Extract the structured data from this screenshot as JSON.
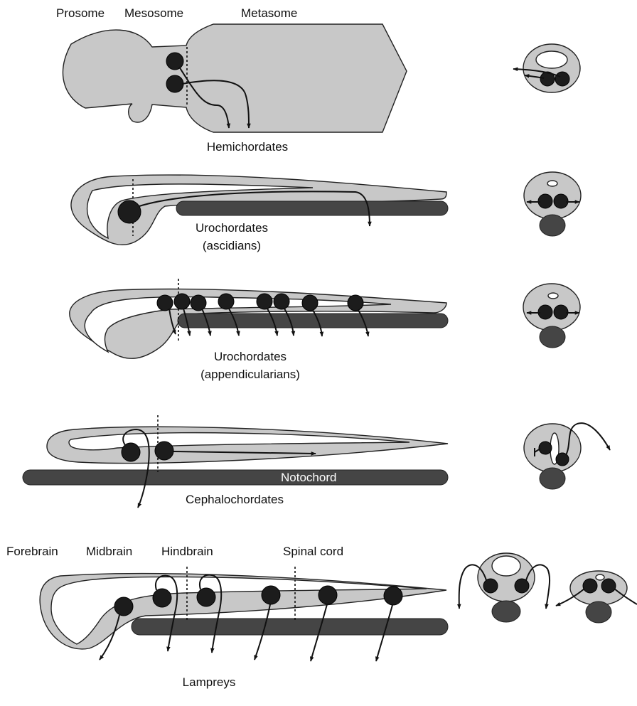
{
  "colors": {
    "body": "#c8c8c8",
    "notochord": "#454545",
    "neuron": "#1c1c1c",
    "outline": "#222222"
  },
  "hemichordates": {
    "label": "Hemichordates",
    "regions": [
      "Prosome",
      "Mesosome",
      "Metasome"
    ]
  },
  "ascidians": {
    "label_line1": "Urochordates",
    "label_line2": "(ascidians)"
  },
  "appendicularians": {
    "label_line1": "Urochordates",
    "label_line2": "(appendicularians)"
  },
  "cephalochordates": {
    "label": "Cephalochordates",
    "notochord_label": "Notochord"
  },
  "lampreys": {
    "label": "Lampreys",
    "regions": [
      "Forebrain",
      "Midbrain",
      "Hindbrain",
      "Spinal cord"
    ]
  }
}
